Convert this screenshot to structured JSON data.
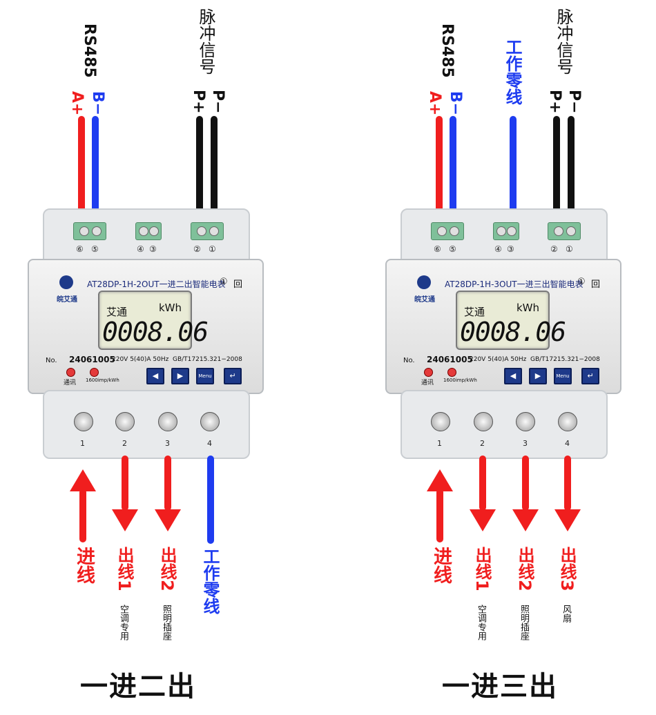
{
  "left": {
    "top_labels": {
      "rs485": "RS485",
      "a_plus": "A+",
      "b_minus": "B−",
      "pulse": "脉冲信号",
      "p_plus": "P+",
      "p_minus": "P−"
    },
    "terminal_top_numbers": [
      "⑥",
      "⑤",
      "④",
      "③",
      "②",
      "①"
    ],
    "meter": {
      "model": "AT28DP-1H-2OUT一进二出智能电表",
      "brand_logo_text": "皖艾通",
      "lcd_brand": "艾通",
      "lcd_unit": "kWh",
      "lcd_value": "0008.06",
      "no_label": "No.",
      "serial": "24061005",
      "rating": "220V 5(40)A 50Hz",
      "standard": "GB/T17215.321−2008",
      "led1_label": "通讯",
      "led2_label": "1600imp/kWh",
      "menu": "Menu"
    },
    "terminal_bottom_numbers": [
      "1",
      "2",
      "3",
      "4"
    ],
    "bottom_labels": {
      "in": "进线",
      "out1": "出线1",
      "out1_note": "空调专用",
      "out2": "出线2",
      "out2_note": "照明插座",
      "neutral": "工作零线"
    },
    "caption": "一进二出"
  },
  "right": {
    "top_labels": {
      "rs485": "RS485",
      "a_plus": "A+",
      "b_minus": "B−",
      "neutral": "工作零线",
      "pulse": "脉冲信号",
      "p_plus": "P+",
      "p_minus": "P−"
    },
    "terminal_top_numbers": [
      "⑥",
      "⑤",
      "④",
      "③",
      "②",
      "①"
    ],
    "meter": {
      "model": "AT28DP-1H-3OUT一进三出智能电表",
      "brand_logo_text": "皖艾通",
      "lcd_brand": "艾通",
      "lcd_unit": "kWh",
      "lcd_value": "0008.06",
      "no_label": "No.",
      "serial": "24061005",
      "rating": "220V 5(40)A 50Hz",
      "standard": "GB/T17215.321−2008",
      "led1_label": "通讯",
      "led2_label": "1600imp/kWh",
      "menu": "Menu"
    },
    "terminal_bottom_numbers": [
      "1",
      "2",
      "3",
      "4"
    ],
    "bottom_labels": {
      "in": "进线",
      "out1": "出线1",
      "out1_note": "空调专用",
      "out2": "出线2",
      "out2_note": "照明插座",
      "out3": "出线3",
      "out3_note": "风扇"
    },
    "caption": "一进三出"
  },
  "colors": {
    "red": "#f01e1e",
    "blue": "#1e3cf0",
    "black": "#111111",
    "button": "#1e3a8a",
    "led": "#e43a3a"
  }
}
